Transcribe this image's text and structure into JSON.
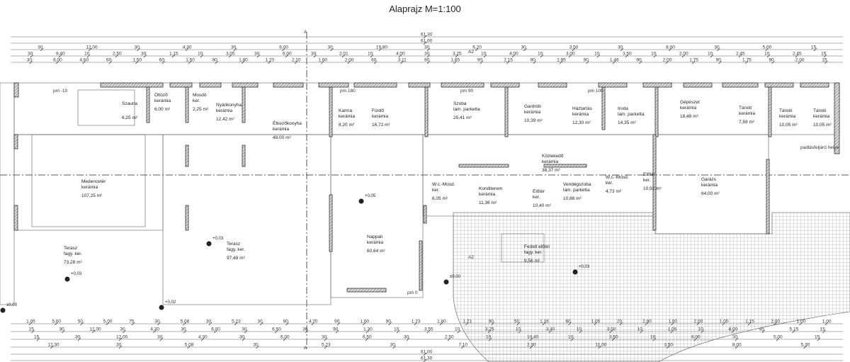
{
  "title": "Alaprajz  M=1:100",
  "section_marks": [
    "A",
    "A2"
  ],
  "dimensions": {
    "top_rows": [
      [
        "61,30"
      ],
      [
        "61,00"
      ],
      [
        "30",
        "12,00",
        "30",
        "4,30",
        "30",
        "6,00",
        "30",
        "19,80",
        "30",
        "6,20",
        "30",
        "3,50",
        "30",
        "8,00",
        "30",
        "5,00",
        "15"
      ],
      [
        "30",
        "9,40",
        "10",
        "2,50",
        "30",
        "1,15",
        "10",
        "3,05",
        "30",
        "6,00",
        "30",
        "2,01",
        "10",
        "4,00",
        "30",
        "3,25",
        "10",
        "4,00",
        "10",
        "3,00",
        "10",
        "3,50",
        "10",
        "2,00",
        "10",
        "2,45",
        "10",
        "2,45",
        "15"
      ],
      [
        "30",
        "6,00",
        "4,60",
        "60",
        "1,50",
        "60",
        "1,50",
        "90",
        "1,80",
        "1,20",
        "2,10",
        "1,00",
        "2,00",
        "60",
        "3,11",
        "90",
        "1,65",
        "90",
        "2,15",
        "90",
        "2,95",
        "90",
        "1,46",
        "90",
        "2,00",
        "1,75",
        "90",
        "1,75",
        "90",
        "2,00",
        "15"
      ]
    ],
    "bottom_rows": [
      [
        "1,05",
        "5,00",
        "50",
        "5,00",
        "75",
        "30",
        "5,08",
        "30",
        "5,23",
        "30",
        "90",
        "4,70",
        "90",
        "1,00",
        "90",
        "1,73",
        "1,80",
        "1,71",
        "90",
        "50",
        "1,16",
        "60",
        "1,05",
        "20",
        "2,80",
        "1,00",
        "2,00",
        "1,00",
        "1,15",
        "2,00",
        "1,00",
        "1,00"
      ],
      [
        "15",
        "30",
        "12,00",
        "30",
        "4,30",
        "30",
        "6,00",
        "30",
        "6,50",
        "30",
        "90",
        "1,30",
        "10",
        "3,55",
        "10",
        "3,25",
        "10",
        "3,40",
        "10",
        "3,50",
        "10",
        "1,05",
        "10",
        "8,00",
        "45",
        "5,15",
        "15"
      ],
      [
        "15",
        "30",
        "12,00",
        "30",
        "4,30",
        "30",
        "6,00",
        "30",
        "6,50",
        "30",
        "2,50",
        "10",
        "10,40",
        "10",
        "3,50",
        "10",
        "8,00",
        "30",
        "5,00",
        "15"
      ],
      [
        "12,30",
        "30",
        "5,08",
        "30",
        "5,23",
        "30",
        "7,10",
        "2,30",
        "11,00",
        "3,50",
        "8,00",
        "5,30"
      ],
      [
        "61,00"
      ],
      [
        "61,30"
      ]
    ]
  },
  "rooms": [
    {
      "name": "Szauna",
      "floor": "",
      "area": "6,25 m²"
    },
    {
      "name": "Öltöző",
      "floor": "kerámia",
      "area": "6,00 m²"
    },
    {
      "name": "Mosdó",
      "floor": "ker.",
      "area": "2,25 m²"
    },
    {
      "name": "Nyárikonyha",
      "floor": "kerámia",
      "area": "12,42 m²"
    },
    {
      "name": "Étkezőkonyha",
      "floor": "kerámia",
      "area": "48,00 m²"
    },
    {
      "name": "Kamra",
      "floor": "kerámia",
      "area": "8,20 m²"
    },
    {
      "name": "Fürdő",
      "floor": "kerámia",
      "area": "16,72 m²"
    },
    {
      "name": "Szoba",
      "floor": "lam. parketta",
      "area": "25,41 m²"
    },
    {
      "name": "Gardrób",
      "floor": "kerámia",
      "area": "10,39 m²"
    },
    {
      "name": "Háztartás",
      "floor": "kerámia",
      "area": "12,30 m²"
    },
    {
      "name": "Iroda",
      "floor": "lam. parketta",
      "area": "14,35 m²"
    },
    {
      "name": "Gépészet",
      "floor": "kerámia",
      "area": "18,48 m²"
    },
    {
      "name": "Tároló",
      "floor": "kerámia",
      "area": "7,59 m²"
    },
    {
      "name": "Tároló",
      "floor": "kerámia",
      "area": "10,05 m²"
    },
    {
      "name": "Tároló",
      "floor": "kerámia",
      "area": "10,05 m²"
    },
    {
      "name": "Medencetér",
      "floor": "kerámia",
      "area": "107,25 m²"
    },
    {
      "name": "Közlekedő",
      "floor": "kerámia",
      "area": "38,37 m²"
    },
    {
      "name": "W.c.-Mosd.",
      "floor": "ker.",
      "area": "6,05 m²"
    },
    {
      "name": "Konditerem",
      "floor": "kerámia",
      "area": "11,36 m²"
    },
    {
      "name": "Előtér",
      "floor": "ker.",
      "area": "10,40 m²"
    },
    {
      "name": "Vendégszoba",
      "floor": "lam. parketta",
      "area": "10,88 m²"
    },
    {
      "name": "W.c.-Mosd.",
      "floor": "ker.",
      "area": "4,73 m²"
    },
    {
      "name": "Előtér",
      "floor": "ker.",
      "area": "10,92 m²"
    },
    {
      "name": "Garázs",
      "floor": "kerámia",
      "area": "64,00 m²"
    },
    {
      "name": "Nappali",
      "floor": "kerámia",
      "area": "60,64 m²"
    },
    {
      "name": "Terasz",
      "floor": "fagy. ker.",
      "area": "97,48 m²"
    },
    {
      "name": "Terasz",
      "floor": "fagy. ker.",
      "area": "73,28 m²"
    },
    {
      "name": "Fedett előtér",
      "floor": "fagy. ker.",
      "area": "9,56 m²"
    }
  ],
  "levels": [
    "+0,05",
    "+0,03",
    "+0,03",
    "±0,00",
    "+0,03",
    "+0,02",
    "±0,00"
  ],
  "notes": [
    "pm -10",
    "pm 90",
    "pm 180",
    "pm 100",
    "pm 0",
    "padlásfeljáró helye"
  ]
}
